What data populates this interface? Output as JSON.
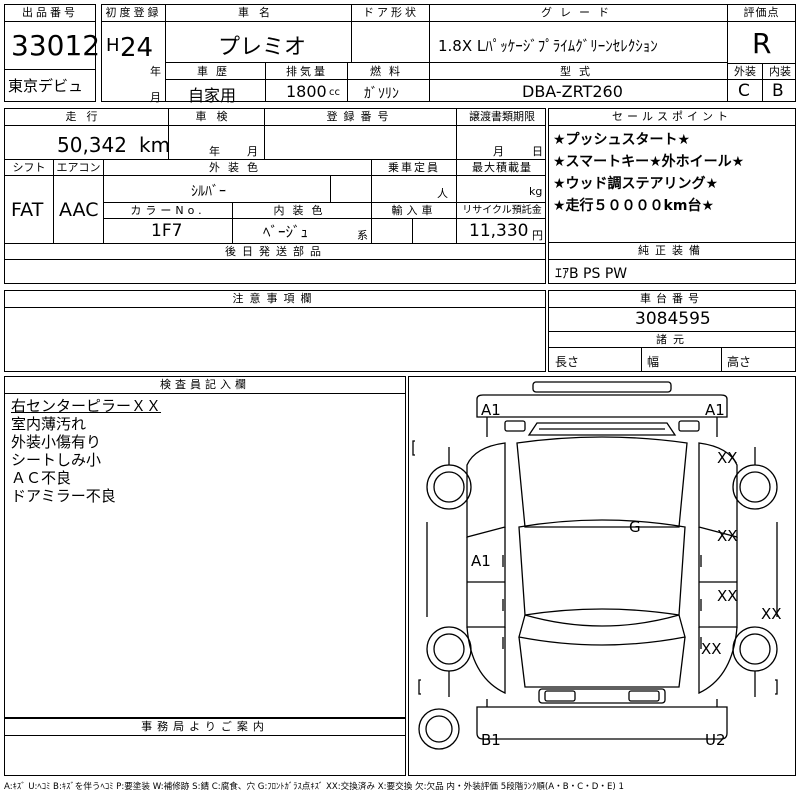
{
  "header": {
    "lot_label": "出品番号",
    "lot_number": "33012",
    "first_reg_label": "初度登録",
    "era": "H",
    "year": "24",
    "year_unit": "年",
    "month_unit": "月",
    "car_name_label": "車名",
    "car_name": "プレミオ",
    "door_label": "ドア形状",
    "grade_label": "グレード",
    "grade": "1.8X Lﾊﾟｯｹｰｼﾞﾌﾟﾗｲﾑｸﾞﾘｰﾝｾﾚｸｼｮﾝ",
    "score_label": "評価点",
    "score": "R",
    "debut": "東京デビュ",
    "history_label": "車歴",
    "history": "自家用",
    "displacement_label": "排気量",
    "displacement": "1800",
    "displacement_unit": "cc",
    "fuel_label": "燃料",
    "fuel": "ｶﾞｿﾘﾝ",
    "model_label": "型式",
    "model": "DBA-ZRT260",
    "exterior_label": "外装",
    "exterior_score": "C",
    "interior_label": "内装",
    "interior_score": "B"
  },
  "row2": {
    "mileage_label": "走行",
    "mileage": "50,342",
    "mileage_unit": "km",
    "inspection_label": "車検",
    "inspection_year_unit": "年",
    "inspection_month_unit": "月",
    "reg_number_label": "登録番号",
    "transfer_label": "譲渡書類期限",
    "transfer_month_unit": "月",
    "transfer_day_unit": "日",
    "shift_label": "シフト",
    "shift": "FAT",
    "aircon_label": "エアコン",
    "aircon": "AAC",
    "ext_color_label": "外装色",
    "ext_color": "ｼﾙﾊﾞｰ",
    "capacity_label": "乗車定員",
    "capacity_unit": "人",
    "load_label": "最大積載量",
    "load_unit": "kg",
    "color_no_label": "カラーNo.",
    "color_no": "1F7",
    "int_color_label": "内装色",
    "int_color": "ﾍﾞｰｼﾞｭ",
    "int_color_unit": "系",
    "import_label": "輸入車",
    "recycle_label": "リサイクル預託金",
    "recycle": "11,330",
    "recycle_unit": "円",
    "later_parts_label": "後日発送部品"
  },
  "sales": {
    "label": "セールスポイント",
    "points": [
      "★プッシュスタート★",
      "★スマートキー★外ホイール★",
      "★ウッド調ステアリング★",
      "★走行５００００km台★"
    ]
  },
  "equipment": {
    "label": "純正装備",
    "value": "ｴｱB PS PW"
  },
  "notes": {
    "label": "注意事項欄"
  },
  "chassis": {
    "label": "車台番号",
    "value": "3084595",
    "dims_label": "諸元",
    "length_label": "長さ",
    "width_label": "幅",
    "height_label": "高さ"
  },
  "inspector": {
    "label": "検査員記入欄",
    "lines": [
      "右センターピラーＸＸ",
      "室内薄汚れ",
      "外装小傷有り",
      "シートしみ小",
      "ＡＣ不良",
      "ドアミラー不良"
    ]
  },
  "office": {
    "label": "事務局よりご案内"
  },
  "diagram": {
    "marks": {
      "front_left": "A1",
      "front_right": "A1",
      "right_fender": "XX",
      "roof": "G",
      "left_door": "A1",
      "right_front_door": "XX",
      "right_rear_door": "XX",
      "right_pillar": "XX",
      "right_quarter": "XX",
      "rear_left": "B1",
      "rear_right": "U2"
    }
  },
  "legend": "A:ｷｽﾞ U:ﾍｺﾐ B:ｷｽﾞを伴うﾍｺﾐ P:要塗装 W:補修跡 S:錆 C:腐食、穴 G:ﾌﾛﾝﾄｶﾞﾗｽ点ｷｽﾞ XX:交換済み X:要交換 欠:欠品 内・外装評価 5段階ﾗﾝｸ順(A・B・C・D・E) 1"
}
